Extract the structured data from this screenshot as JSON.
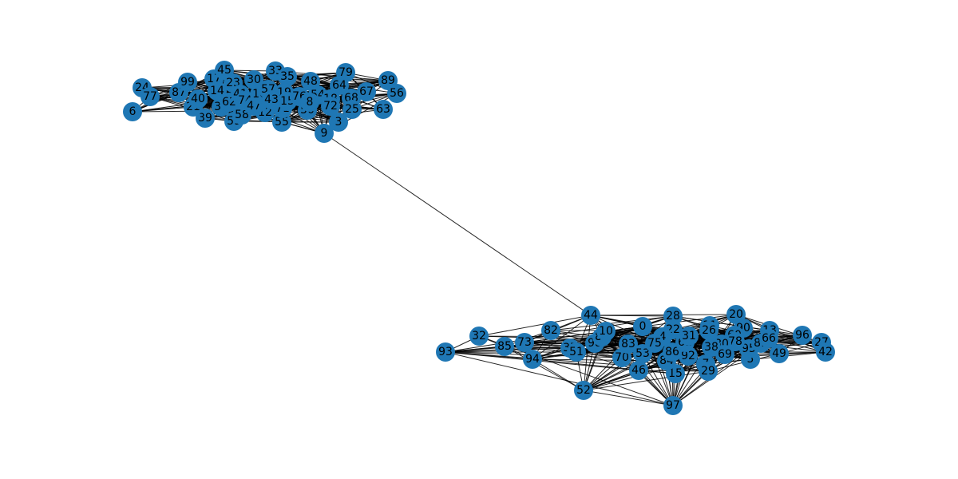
{
  "diagram": {
    "type": "network-graph",
    "node_color": "#1f77b4",
    "edge_color": "#000000",
    "clusters": [
      {
        "name": "upper-left",
        "nodes": [
          "24",
          "77",
          "87",
          "99",
          "17",
          "45",
          "23",
          "30",
          "33",
          "35",
          "79",
          "89",
          "56",
          "67",
          "64",
          "48",
          "54",
          "18",
          "68",
          "25",
          "63",
          "3",
          "9",
          "50",
          "72",
          "55",
          "71",
          "12",
          "59",
          "58",
          "39",
          "36",
          "21",
          "40",
          "14",
          "62",
          "41",
          "74",
          "47",
          "16",
          "57",
          "19",
          "43",
          "15",
          "76",
          "8",
          "6"
        ]
      },
      {
        "name": "lower-right",
        "nodes": [
          "93",
          "32",
          "85",
          "73",
          "94",
          "82",
          "44",
          "37",
          "51",
          "98",
          "88",
          "10",
          "0",
          "28",
          "20",
          "11",
          "90",
          "13",
          "96",
          "27",
          "42",
          "49",
          "5",
          "95",
          "81",
          "66",
          "60",
          "78",
          "80",
          "38",
          "69",
          "7",
          "29",
          "15b",
          "97",
          "52",
          "46",
          "70",
          "53",
          "84",
          "86",
          "92",
          "61",
          "26",
          "31",
          "22",
          "4",
          "75",
          "83"
        ]
      }
    ],
    "bridge": [
      "9",
      "44"
    ],
    "labels": {
      "24": "24",
      "77": "77",
      "87": "87",
      "99": "99",
      "17": "17",
      "45": "45",
      "23": "23",
      "30": "30",
      "33": "33",
      "35": "35",
      "79": "79",
      "89": "89",
      "56": "56",
      "67": "67",
      "64": "64",
      "48": "48",
      "54": "54",
      "18": "18",
      "68": "68",
      "25": "25",
      "63": "63",
      "3": "3",
      "9": "9",
      "50": "50",
      "72": "72",
      "55": "55",
      "71": "71",
      "12": "12",
      "59": "59",
      "58": "58",
      "39": "39",
      "36": "36",
      "21": "21",
      "40": "40",
      "14": "14",
      "62": "62",
      "41": "41",
      "74": "74",
      "47": "47",
      "16": "16",
      "57": "57",
      "19": "19",
      "43": "43",
      "15": "15",
      "76": "76",
      "8": "8",
      "6": "6",
      "93": "93",
      "32": "32",
      "85": "85",
      "73": "73",
      "94": "94",
      "82": "82",
      "44": "44",
      "37": "37",
      "51": "51",
      "98": "98",
      "88": "88",
      "10": "10",
      "0": "0",
      "28": "28",
      "20": "20",
      "11": "11",
      "90": "90",
      "13": "13",
      "96": "96",
      "27": "27",
      "42": "42",
      "49": "49",
      "5": "5",
      "95": "95",
      "81": "81",
      "66": "66",
      "60": "60",
      "78": "78",
      "80": "80",
      "38": "38",
      "69": "69",
      "7": "7",
      "29": "29",
      "15b": "15",
      "97": "97",
      "52": "52",
      "46": "46",
      "70": "70",
      "53": "53",
      "84": "84",
      "86": "86",
      "92": "92",
      "61": "61",
      "26": "26",
      "31": "31",
      "22": "22",
      "4": "4",
      "75": "75",
      "83": "83"
    }
  }
}
